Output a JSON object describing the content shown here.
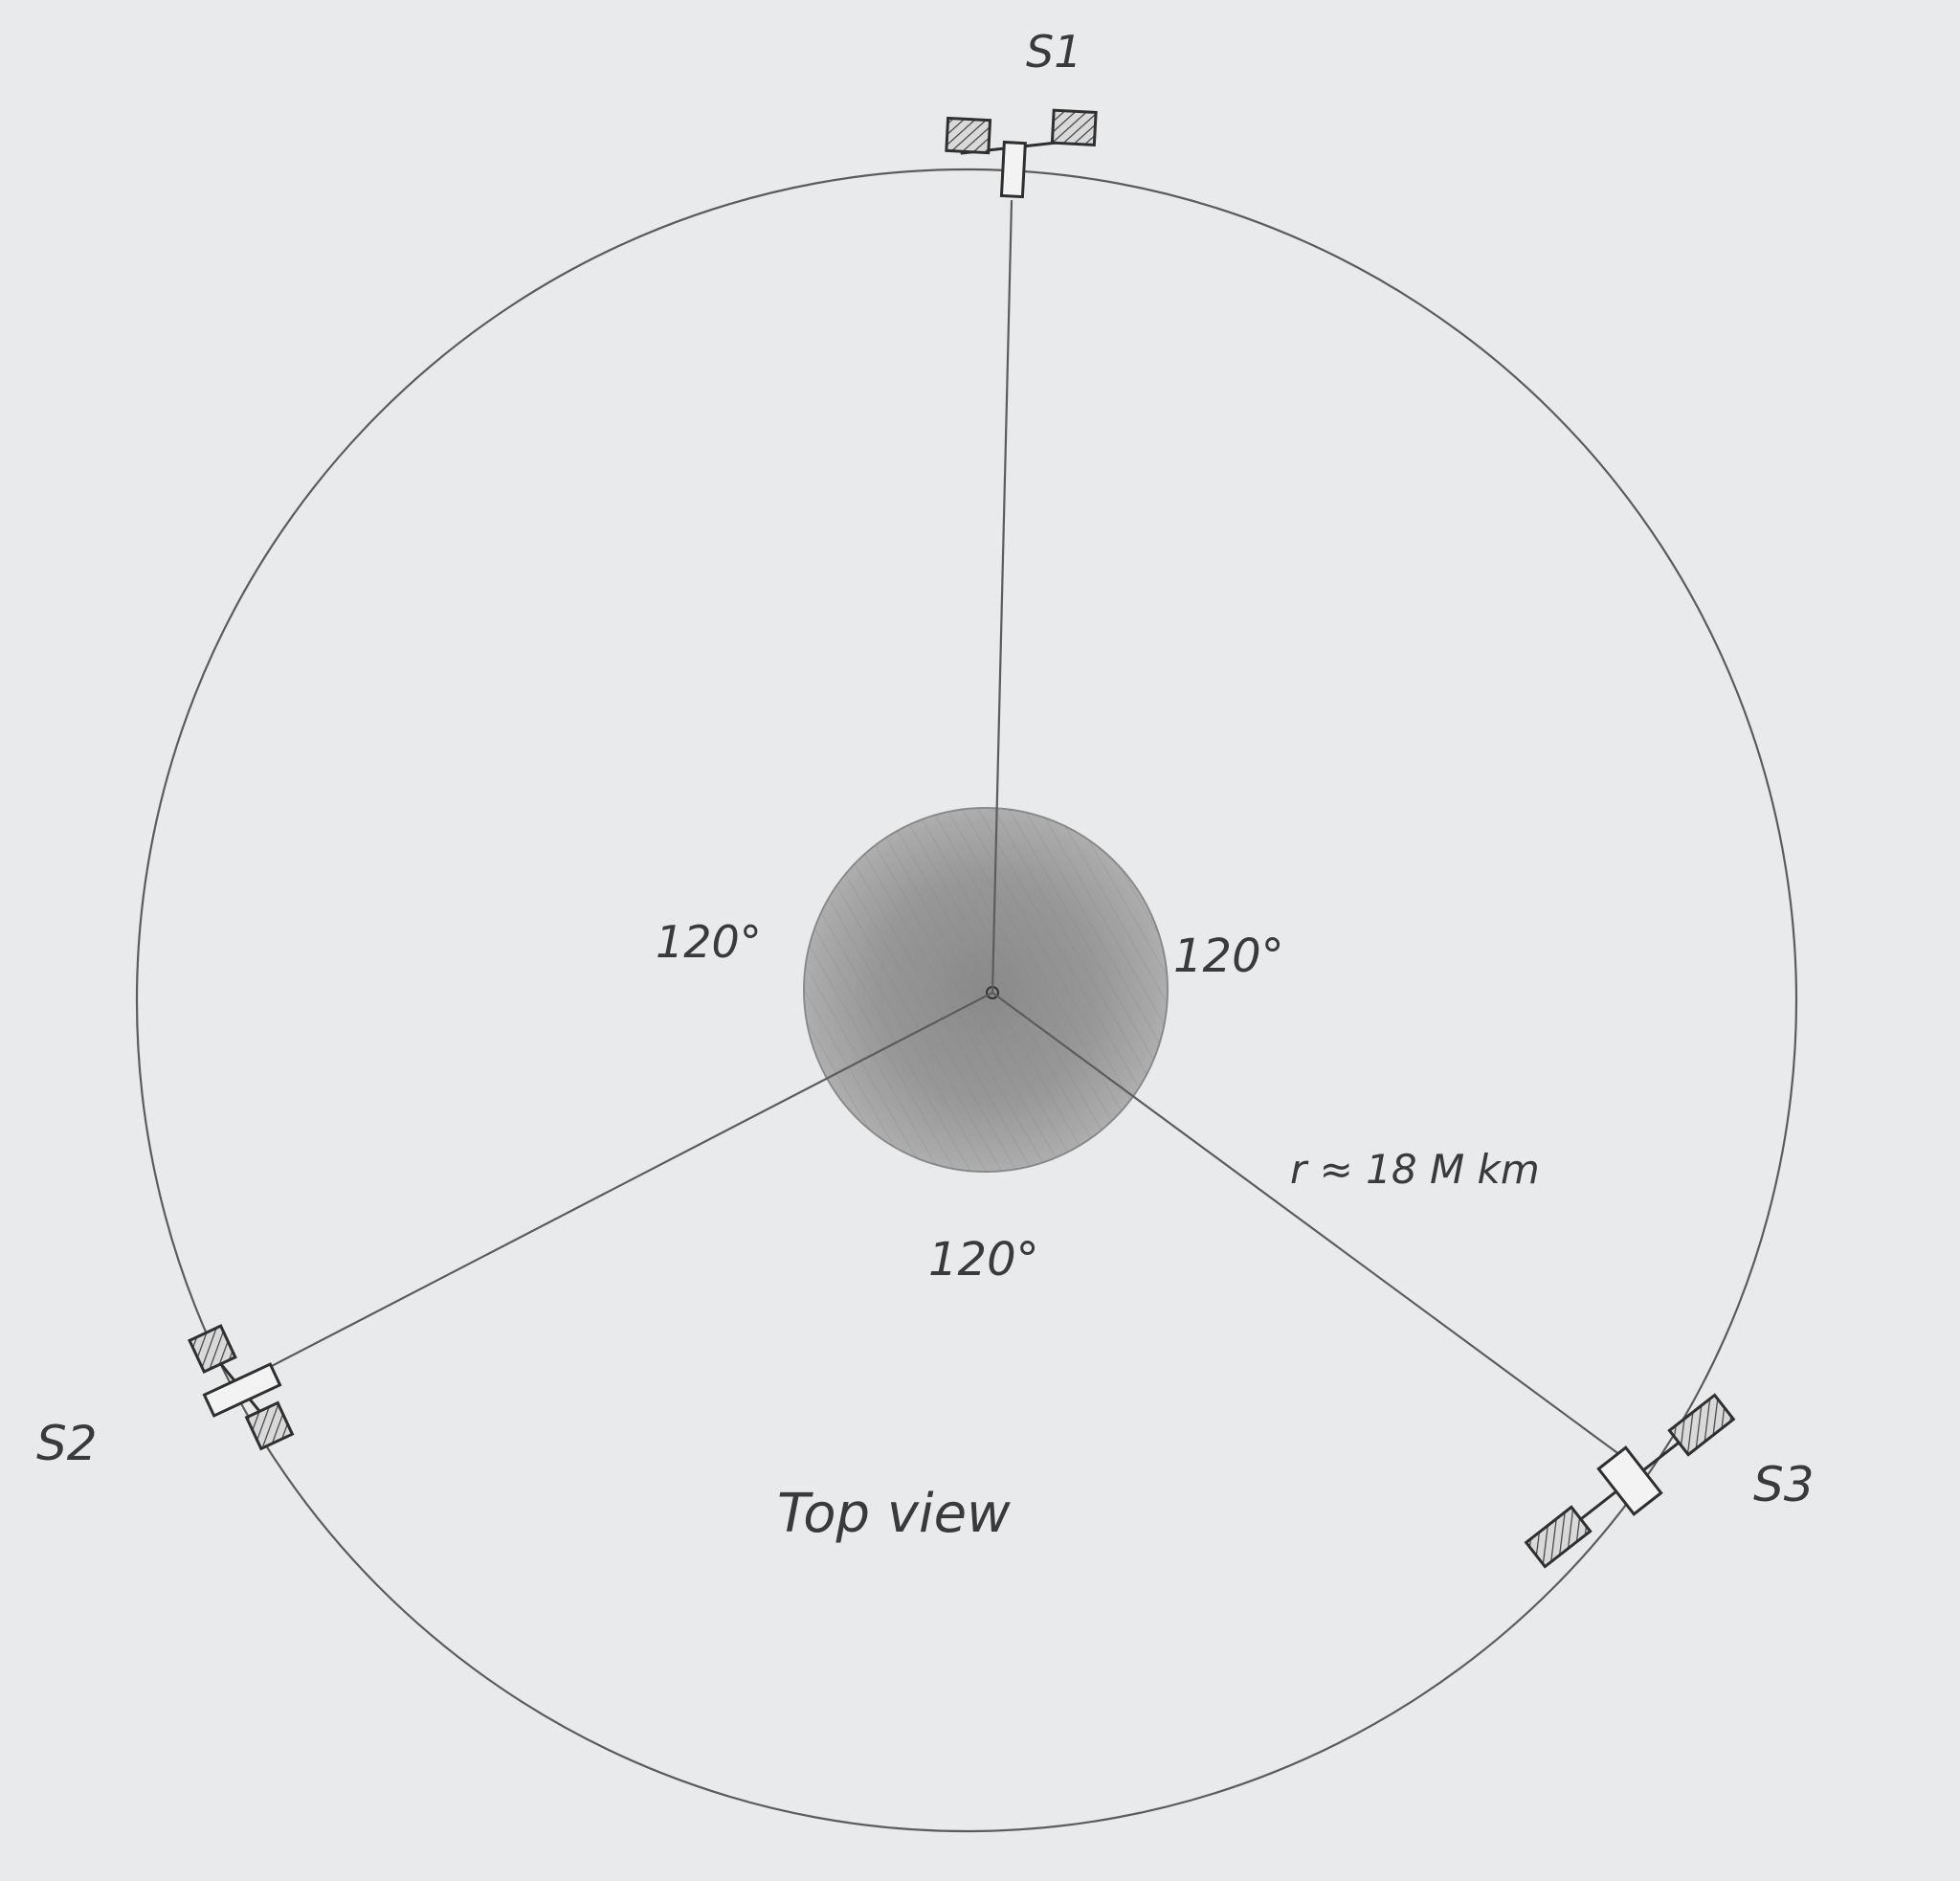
{
  "labels": {
    "satellite_1": "S1",
    "satellite_2": "S2",
    "satellite_3": "S3",
    "angle_upper_left": "120°",
    "angle_upper_right": "120°",
    "angle_bottom": "120°",
    "radius": "r ≈ 18 M km",
    "view_caption": "Top view"
  },
  "colors": {
    "paper": "#e9eaeb",
    "pencil": "#5c5c5c",
    "planet": "#8e8e8e"
  },
  "icons": {
    "satellite": "satellite-icon",
    "planet": "planet-icon"
  }
}
